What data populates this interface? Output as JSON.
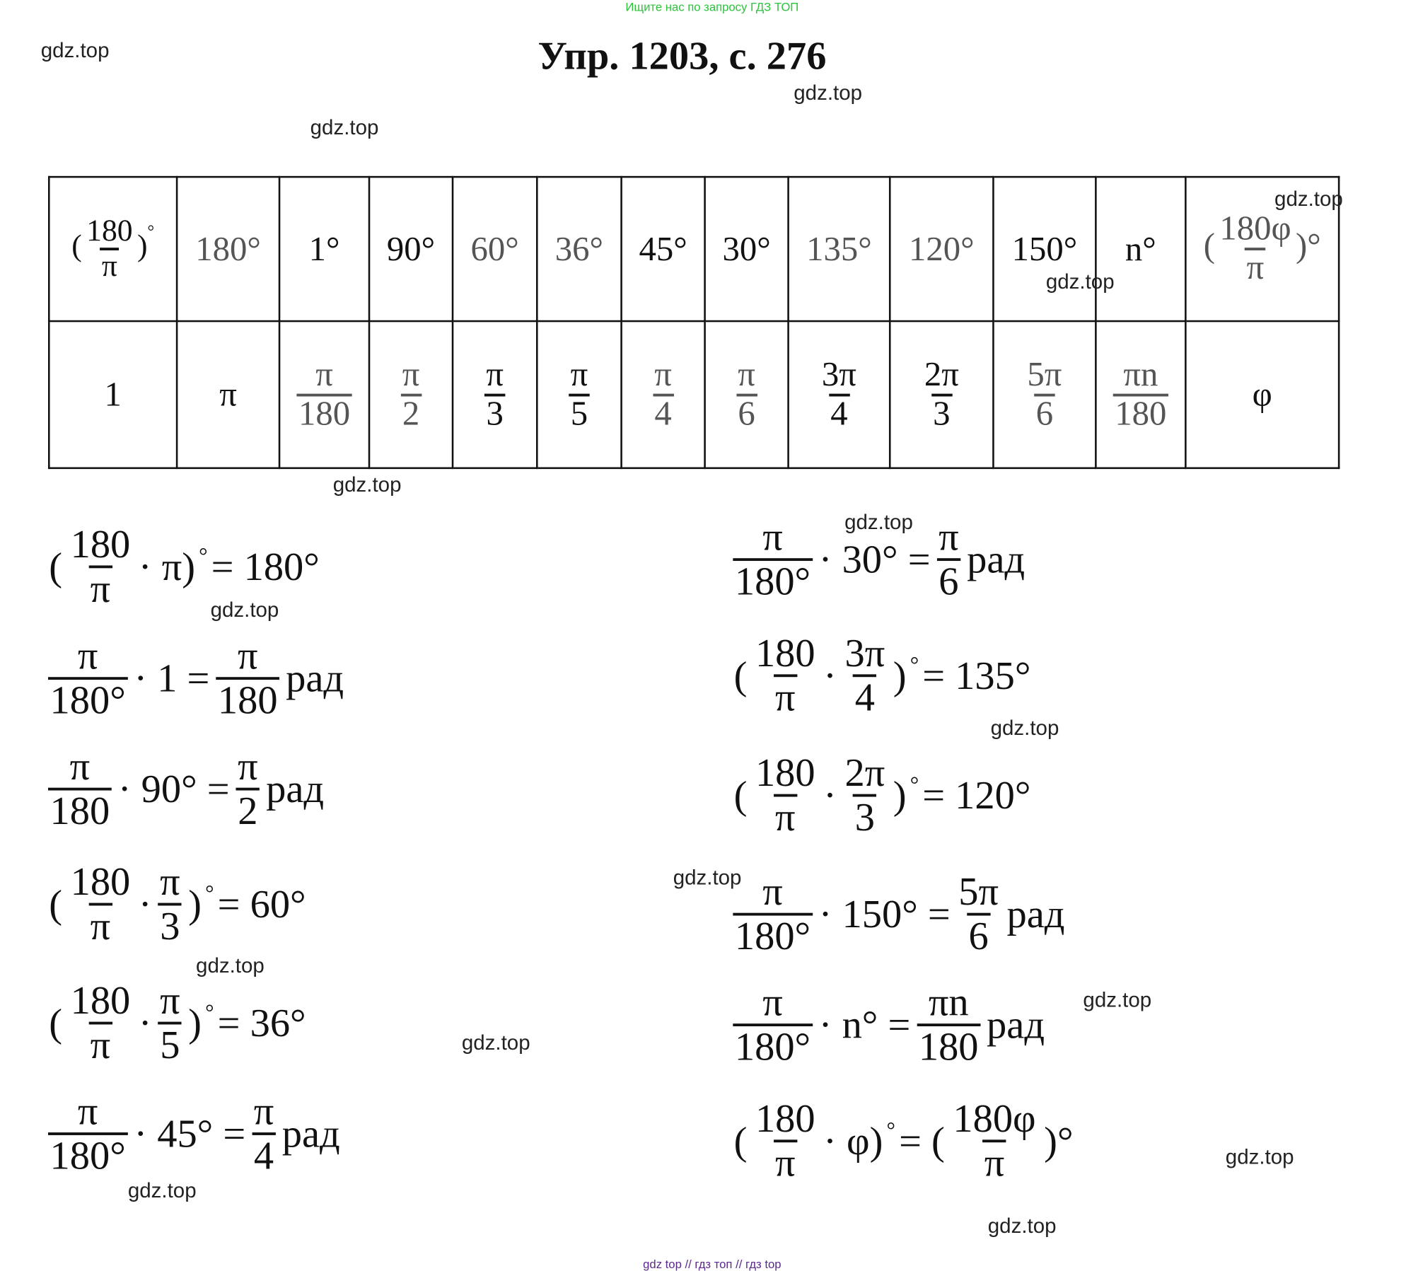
{
  "top_ad": "Ищите нас по запросу ГДЗ ТОП",
  "title": "Упр. 1203, с. 276",
  "footer": "gdz top  //  гдз топ  //  гдз top",
  "watermark": "gdz.top",
  "table": {
    "row1": [
      {
        "tokens": [
          [
            "t",
            "("
          ],
          [
            "f",
            "180",
            "π"
          ],
          [
            "t",
            ")"
          ],
          [
            "s",
            "°"
          ]
        ]
      },
      {
        "tokens": [
          [
            "t",
            "180°"
          ]
        ],
        "gray": true
      },
      {
        "tokens": [
          [
            "t",
            "1°"
          ]
        ]
      },
      {
        "tokens": [
          [
            "t",
            "90°"
          ]
        ]
      },
      {
        "tokens": [
          [
            "t",
            "60°"
          ]
        ],
        "gray": true
      },
      {
        "tokens": [
          [
            "t",
            "36°"
          ]
        ],
        "gray": true
      },
      {
        "tokens": [
          [
            "t",
            "45°"
          ]
        ]
      },
      {
        "tokens": [
          [
            "t",
            "30°"
          ]
        ]
      },
      {
        "tokens": [
          [
            "t",
            "135°"
          ]
        ],
        "gray": true
      },
      {
        "tokens": [
          [
            "t",
            "120°"
          ]
        ],
        "gray": true
      },
      {
        "tokens": [
          [
            "t",
            "150°"
          ]
        ]
      },
      {
        "tokens": [
          [
            "t",
            "n°"
          ]
        ]
      },
      {
        "tokens": [
          [
            "t",
            "("
          ],
          [
            "f",
            "180φ",
            "π"
          ],
          [
            "t",
            ")°"
          ]
        ],
        "gray": true
      }
    ],
    "row2": [
      {
        "tokens": [
          [
            "t",
            "1"
          ]
        ]
      },
      {
        "tokens": [
          [
            "t",
            "π"
          ]
        ]
      },
      {
        "tokens": [
          [
            "f",
            "π",
            "180"
          ]
        ],
        "gray": true
      },
      {
        "tokens": [
          [
            "f",
            "π",
            "2"
          ]
        ],
        "gray": true
      },
      {
        "tokens": [
          [
            "f",
            "π",
            "3"
          ]
        ]
      },
      {
        "tokens": [
          [
            "f",
            "π",
            "5"
          ]
        ]
      },
      {
        "tokens": [
          [
            "f",
            "π",
            "4"
          ]
        ],
        "gray": true
      },
      {
        "tokens": [
          [
            "f",
            "π",
            "6"
          ]
        ],
        "gray": true
      },
      {
        "tokens": [
          [
            "f",
            "3π",
            "4"
          ]
        ]
      },
      {
        "tokens": [
          [
            "f",
            "2π",
            "3"
          ]
        ]
      },
      {
        "tokens": [
          [
            "f",
            "5π",
            "6"
          ]
        ],
        "gray": true
      },
      {
        "tokens": [
          [
            "f",
            "πn",
            "180"
          ]
        ],
        "gray": true
      },
      {
        "tokens": [
          [
            "t",
            "φ"
          ]
        ]
      }
    ]
  },
  "equations_left": [
    [
      [
        "t",
        "("
      ],
      [
        "f",
        "180",
        "π"
      ],
      [
        "t",
        "· π)"
      ],
      [
        "s",
        "°"
      ],
      [
        "t",
        "= 180°"
      ]
    ],
    [
      [
        "f",
        "π",
        "180°"
      ],
      [
        "t",
        "· 1 ="
      ],
      [
        "f",
        "π",
        "180"
      ],
      [
        "t",
        "рад"
      ]
    ],
    [
      [
        "f",
        "π",
        "180"
      ],
      [
        "t",
        "· 90° ="
      ],
      [
        "f",
        "π",
        "2"
      ],
      [
        "t",
        "рад"
      ]
    ],
    [
      [
        "t",
        "("
      ],
      [
        "f",
        "180",
        "π"
      ],
      [
        "t",
        "·"
      ],
      [
        "f",
        "π",
        "3"
      ],
      [
        "t",
        ")"
      ],
      [
        "s",
        "°"
      ],
      [
        "t",
        "= 60°"
      ]
    ],
    [
      [
        "t",
        "("
      ],
      [
        "f",
        "180",
        "π"
      ],
      [
        "t",
        "·"
      ],
      [
        "f",
        "π",
        "5"
      ],
      [
        "t",
        ")"
      ],
      [
        "s",
        "°"
      ],
      [
        "t",
        "= 36°"
      ]
    ],
    [
      [
        "f",
        "π",
        "180°"
      ],
      [
        "t",
        "· 45° ="
      ],
      [
        "f",
        "π",
        "4"
      ],
      [
        "t",
        "рад"
      ]
    ]
  ],
  "equations_right": [
    [
      [
        "f",
        "π",
        "180°"
      ],
      [
        "t",
        "· 30° ="
      ],
      [
        "f",
        "π",
        "6"
      ],
      [
        "t",
        "рад"
      ]
    ],
    [
      [
        "t",
        "("
      ],
      [
        "f",
        "180",
        "π"
      ],
      [
        "t",
        "·"
      ],
      [
        "f",
        "3π",
        "4"
      ],
      [
        "t",
        ")"
      ],
      [
        "s",
        "°"
      ],
      [
        "t",
        "= 135°"
      ]
    ],
    [
      [
        "t",
        "("
      ],
      [
        "f",
        "180",
        "π"
      ],
      [
        "t",
        "·"
      ],
      [
        "f",
        "2π",
        "3"
      ],
      [
        "t",
        ")"
      ],
      [
        "s",
        "°"
      ],
      [
        "t",
        "= 120°"
      ]
    ],
    [
      [
        "f",
        "π",
        "180°"
      ],
      [
        "t",
        "· 150° ="
      ],
      [
        "f",
        "5π",
        "6"
      ],
      [
        "t",
        "рад"
      ]
    ],
    [
      [
        "f",
        "π",
        "180°"
      ],
      [
        "t",
        "· n° ="
      ],
      [
        "f",
        "πn",
        "180"
      ],
      [
        "t",
        "рад"
      ]
    ],
    [
      [
        "t",
        "("
      ],
      [
        "f",
        "180",
        "π"
      ],
      [
        "t",
        "· φ)"
      ],
      [
        "s",
        "°"
      ],
      [
        "t",
        "= ("
      ],
      [
        "f",
        "180φ",
        "π"
      ],
      [
        "t",
        ")°"
      ]
    ]
  ]
}
